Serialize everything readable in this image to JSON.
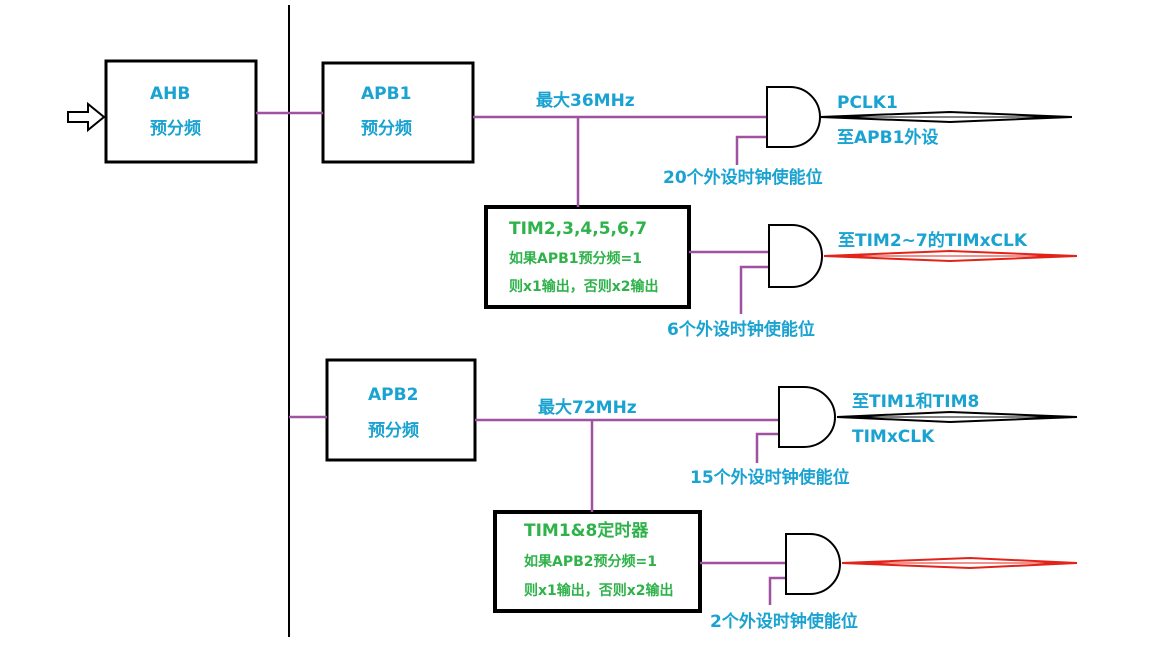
{
  "blocks": {
    "ahb": {
      "line1": "AHB",
      "line2": "预分频"
    },
    "apb1": {
      "line1": "APB1",
      "line2": "预分频"
    },
    "apb2": {
      "line1": "APB2",
      "line2": "预分频"
    },
    "tim2_7": {
      "title": "TIM2,3,4,5,6,7",
      "line2": "如果APB1预分频=1",
      "line3": "则x1输出，否则x2输出"
    },
    "tim1_8": {
      "title": "TIM1&8定时器",
      "line2": "如果APB2预分频=1",
      "line3": "则x1输出，否则x2输出"
    }
  },
  "labels": {
    "apb1_max": "最大36MHz",
    "apb2_max": "最大72MHz",
    "pclk1": "PCLK1",
    "to_apb1_periph": "至APB1外设",
    "enable_20": "20个外设时钟使能位",
    "to_tim2_7": "至TIM2~7的TIMxCLK",
    "enable_6": "6个外设时钟使能位",
    "to_tim1_8": "至TIM1和TIM8",
    "timxclk": "TIMxCLK",
    "enable_15": "15个外设时钟使能位",
    "enable_2": "2个外设时钟使能位"
  },
  "colors": {
    "wire": "#a0519f",
    "label_blue": "#1aa3d1",
    "label_green": "#2fb24a",
    "output_red": "#e2231a",
    "box_border": "#000000"
  }
}
